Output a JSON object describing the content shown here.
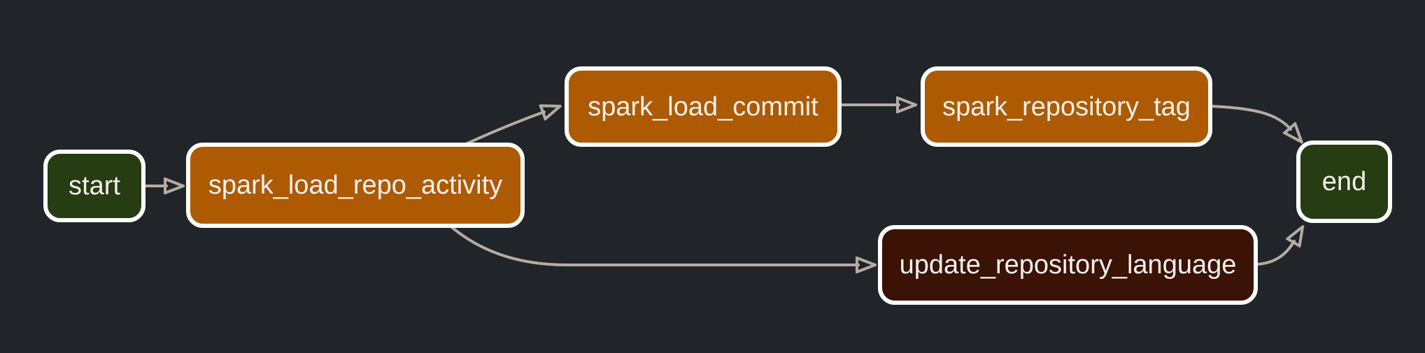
{
  "diagram": {
    "type": "dag-graph",
    "background_color": "#212529",
    "edge_color": "#b5aca3",
    "node_border_color": "#ffffff",
    "node_text_color": "#f2f0ec",
    "nodes": [
      {
        "id": "start",
        "label": "start",
        "color": "#263c13",
        "role": "start-node"
      },
      {
        "id": "spark_load_repo_activity",
        "label": "spark_load_repo_activity",
        "color": "#ad5a03",
        "role": "task-node"
      },
      {
        "id": "spark_load_commit",
        "label": "spark_load_commit",
        "color": "#ad5a03",
        "role": "task-node"
      },
      {
        "id": "spark_repository_tag",
        "label": "spark_repository_tag",
        "color": "#ad5a03",
        "role": "task-node"
      },
      {
        "id": "update_repository_language",
        "label": "update_repository_language",
        "color": "#3b1206",
        "role": "task-node"
      },
      {
        "id": "end",
        "label": "end",
        "color": "#263c13",
        "role": "end-node"
      }
    ],
    "edges": [
      {
        "from": "start",
        "to": "spark_load_repo_activity"
      },
      {
        "from": "spark_load_repo_activity",
        "to": "spark_load_commit"
      },
      {
        "from": "spark_load_commit",
        "to": "spark_repository_tag"
      },
      {
        "from": "spark_repository_tag",
        "to": "end"
      },
      {
        "from": "spark_load_repo_activity",
        "to": "update_repository_language"
      },
      {
        "from": "update_repository_language",
        "to": "end"
      }
    ]
  }
}
